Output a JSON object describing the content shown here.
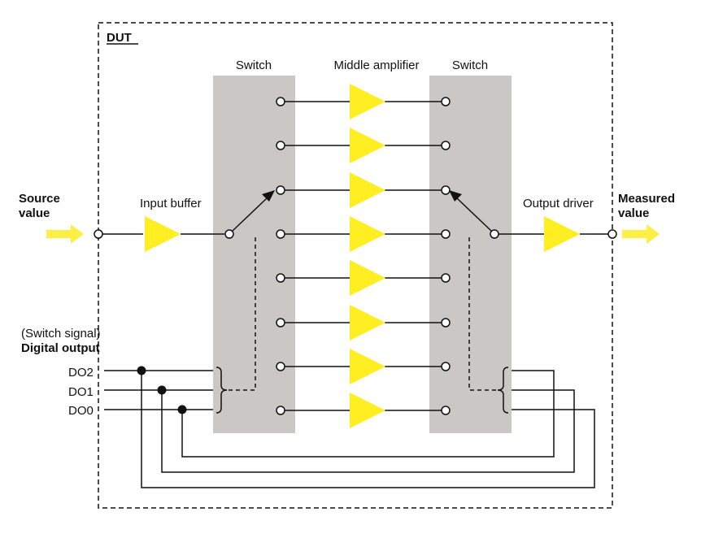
{
  "dut": {
    "label": "DUT"
  },
  "input": {
    "title_line1": "Source",
    "title_line2": "value",
    "buffer_label": "Input buffer"
  },
  "output": {
    "title_line1": "Measured",
    "title_line2": "value",
    "driver_label": "Output driver"
  },
  "switch_left": {
    "label": "Switch"
  },
  "switch_right": {
    "label": "Switch"
  },
  "amplifiers": {
    "label": "Middle amplifier",
    "count": 8
  },
  "digital_output": {
    "subtitle": "(Switch signal)",
    "title": "Digital output",
    "lines": [
      "DO2",
      "DO1",
      "DO0"
    ]
  },
  "colors": {
    "amplifier_fill": "#ffee22",
    "arrow_fill": "#ffee44",
    "switch_panel": "#c9c8c4",
    "line": "#111111"
  }
}
